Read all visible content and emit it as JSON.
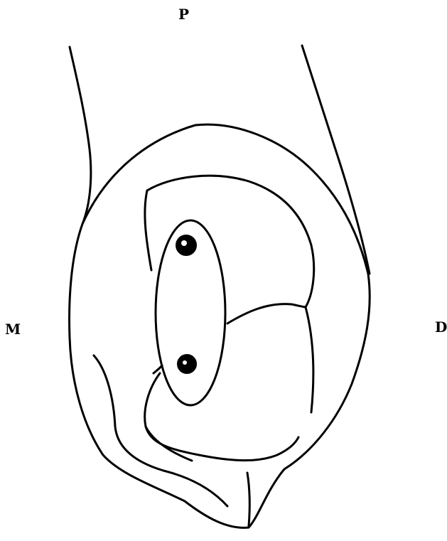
{
  "orientation_labels": {
    "top": "P",
    "left": "M",
    "right": "D"
  },
  "colors": {
    "background": "#ffffff",
    "ink": "#000000"
  }
}
